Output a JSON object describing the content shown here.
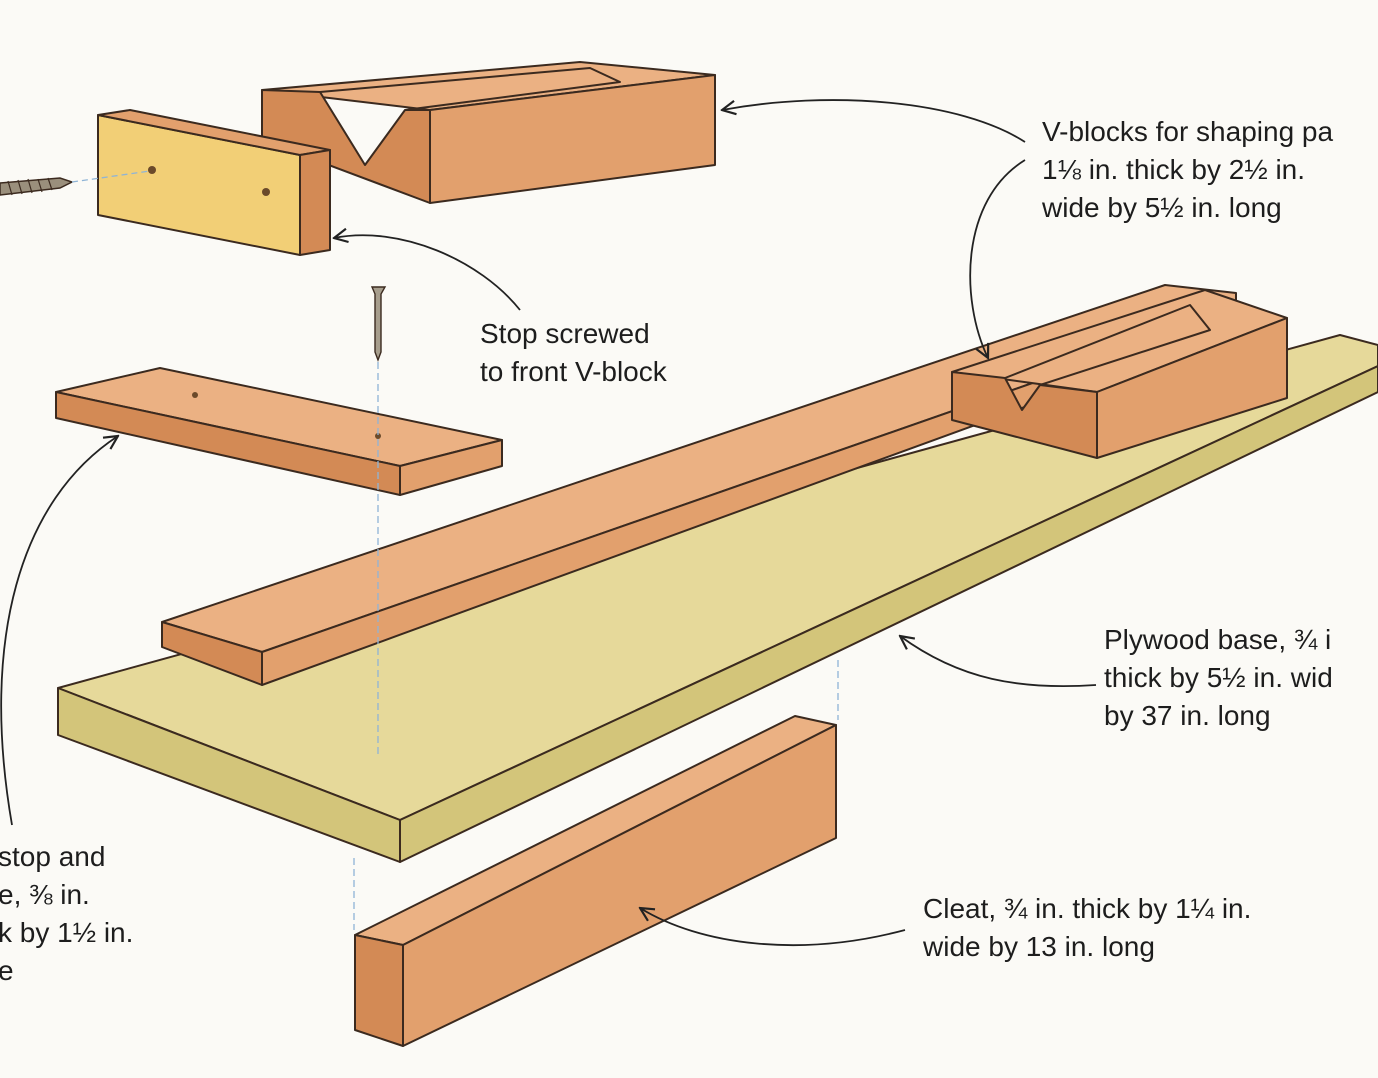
{
  "labels": {
    "vblocks": [
      "V-blocks for shaping pa",
      "1⅛ in. thick by 2½ in.",
      "wide by 5½ in. long"
    ],
    "stop": [
      "Stop screwed",
      "to front V-block"
    ],
    "plywood": [
      "Plywood base, ¾ i",
      "thick by 5½ in. wid",
      "by 37 in. long"
    ],
    "cleat": [
      "Cleat, ¾ in. thick by 1¼ in.",
      "wide by 13 in. long"
    ],
    "side_stop": [
      "stop and",
      "e, ⅜ in.",
      "k by 1½ in.",
      "e"
    ]
  },
  "colors": {
    "wood_top": "#ebb183",
    "wood_front": "#d38a55",
    "wood_side": "#e2a06d",
    "plywood_top": "#e6d99a",
    "plywood_front": "#d3c57a",
    "stop_top": "#f2cf76",
    "outline": "#3b2a1f",
    "text": "#1d1d1d"
  }
}
